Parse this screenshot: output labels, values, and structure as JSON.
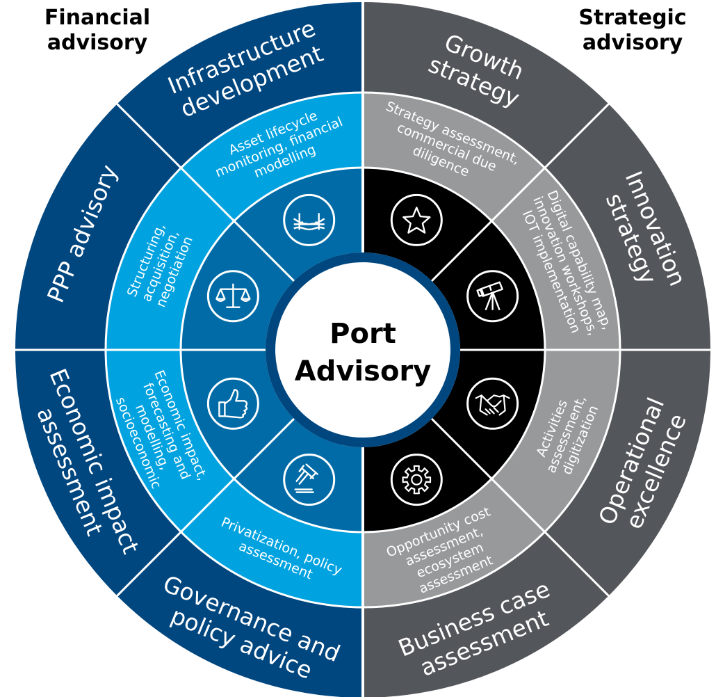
{
  "corner_labels": {
    "left": [
      "Financial",
      "advisory"
    ],
    "right": [
      "Strategic",
      "advisory"
    ]
  },
  "center": {
    "lines": [
      "Port",
      "Advisory"
    ],
    "fill": "#ffffff",
    "ring": "#00467f"
  },
  "colors": {
    "outer_left": "#00467f",
    "outer_right": "#53565a",
    "middle_left": "#00a3e0",
    "middle_right": "#97999b",
    "inner_left": "#006ba6",
    "inner_right": "#000000",
    "lines": "#ffffff"
  },
  "segments": [
    {
      "id": "infrastructure",
      "outer": [
        "Infrastructure",
        "development"
      ],
      "middle": [
        "Asset lifecycle",
        "monitoring, financial",
        "modelling"
      ],
      "icon": "bridge-icon"
    },
    {
      "id": "ppp",
      "outer": [
        "PPP advisory"
      ],
      "middle": [
        "Structuring,",
        "acquisition,",
        "negotiation"
      ],
      "icon": "scales-icon"
    },
    {
      "id": "economic",
      "outer": [
        "Economic impact",
        "assessment"
      ],
      "middle": [
        "Economic impact,",
        "forecasting and",
        "modelling,",
        "socioeconomic"
      ],
      "icon": "thumbs-up-icon"
    },
    {
      "id": "governance",
      "outer": [
        "Governance and",
        "policy advice"
      ],
      "middle": [
        "Privatization, policy",
        "assessment"
      ],
      "icon": "gavel-icon"
    },
    {
      "id": "growth",
      "outer": [
        "Growth",
        "strategy"
      ],
      "middle": [
        "Strategy assessment,",
        "commercial due",
        "diligence"
      ],
      "icon": "star-icon"
    },
    {
      "id": "innovation",
      "outer": [
        "Innovation",
        "strategy"
      ],
      "middle": [
        "Digital capability map,",
        "innovation workshops,",
        "IOT implementation"
      ],
      "icon": "telescope-icon"
    },
    {
      "id": "operational",
      "outer": [
        "Operational",
        "excellence"
      ],
      "middle": [
        "Activities",
        "assessment,",
        "digitization"
      ],
      "icon": "handshake-icon"
    },
    {
      "id": "business",
      "outer": [
        "Business case",
        "assessment"
      ],
      "middle": [
        "Opportunity cost",
        "assessment,",
        "ecosystem",
        "assessment"
      ],
      "icon": "gear-icon"
    }
  ]
}
